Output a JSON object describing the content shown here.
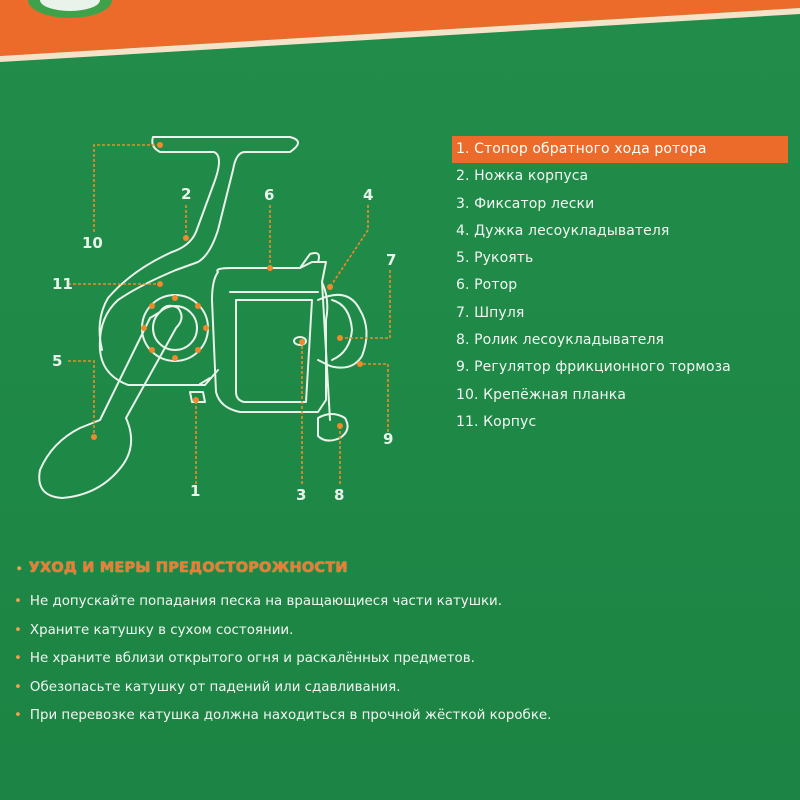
{
  "colors": {
    "background": "#1f8a48",
    "accent": "#ed6b2a",
    "line": "#e9f3ea",
    "leader": "#f08a2c",
    "title": "#f07a30"
  },
  "diagram": {
    "callouts": [
      "1",
      "2",
      "3",
      "4",
      "5",
      "6",
      "7",
      "8",
      "9",
      "10",
      "11"
    ]
  },
  "legend": {
    "items": [
      "1. Стопор обратного хода ротора",
      "2. Ножка корпуса",
      "3. Фиксатор лески",
      "4. Дужка лесоукладывателя",
      "5. Рукоять",
      "6. Ротор",
      "7. Шпуля",
      "8. Ролик лесоукладывателя",
      "9. Регулятор фрикционного тормоза",
      "10. Крепёжная планка",
      "11. Корпус"
    ],
    "highlighted_index": 0
  },
  "care": {
    "title": "УХОД И МЕРЫ ПРЕДОСТОРОЖНОСТИ",
    "bullet": "•",
    "items": [
      "Не допускайте попадания песка на вращающиеся части катушки.",
      "Храните катушку в сухом состоянии.",
      "Не храните вблизи открытого огня и раскалённых предметов.",
      "Обезопасьте катушку от падений или сдавливания.",
      "При перевозке катушка должна находиться в прочной жёсткой коробке."
    ]
  }
}
